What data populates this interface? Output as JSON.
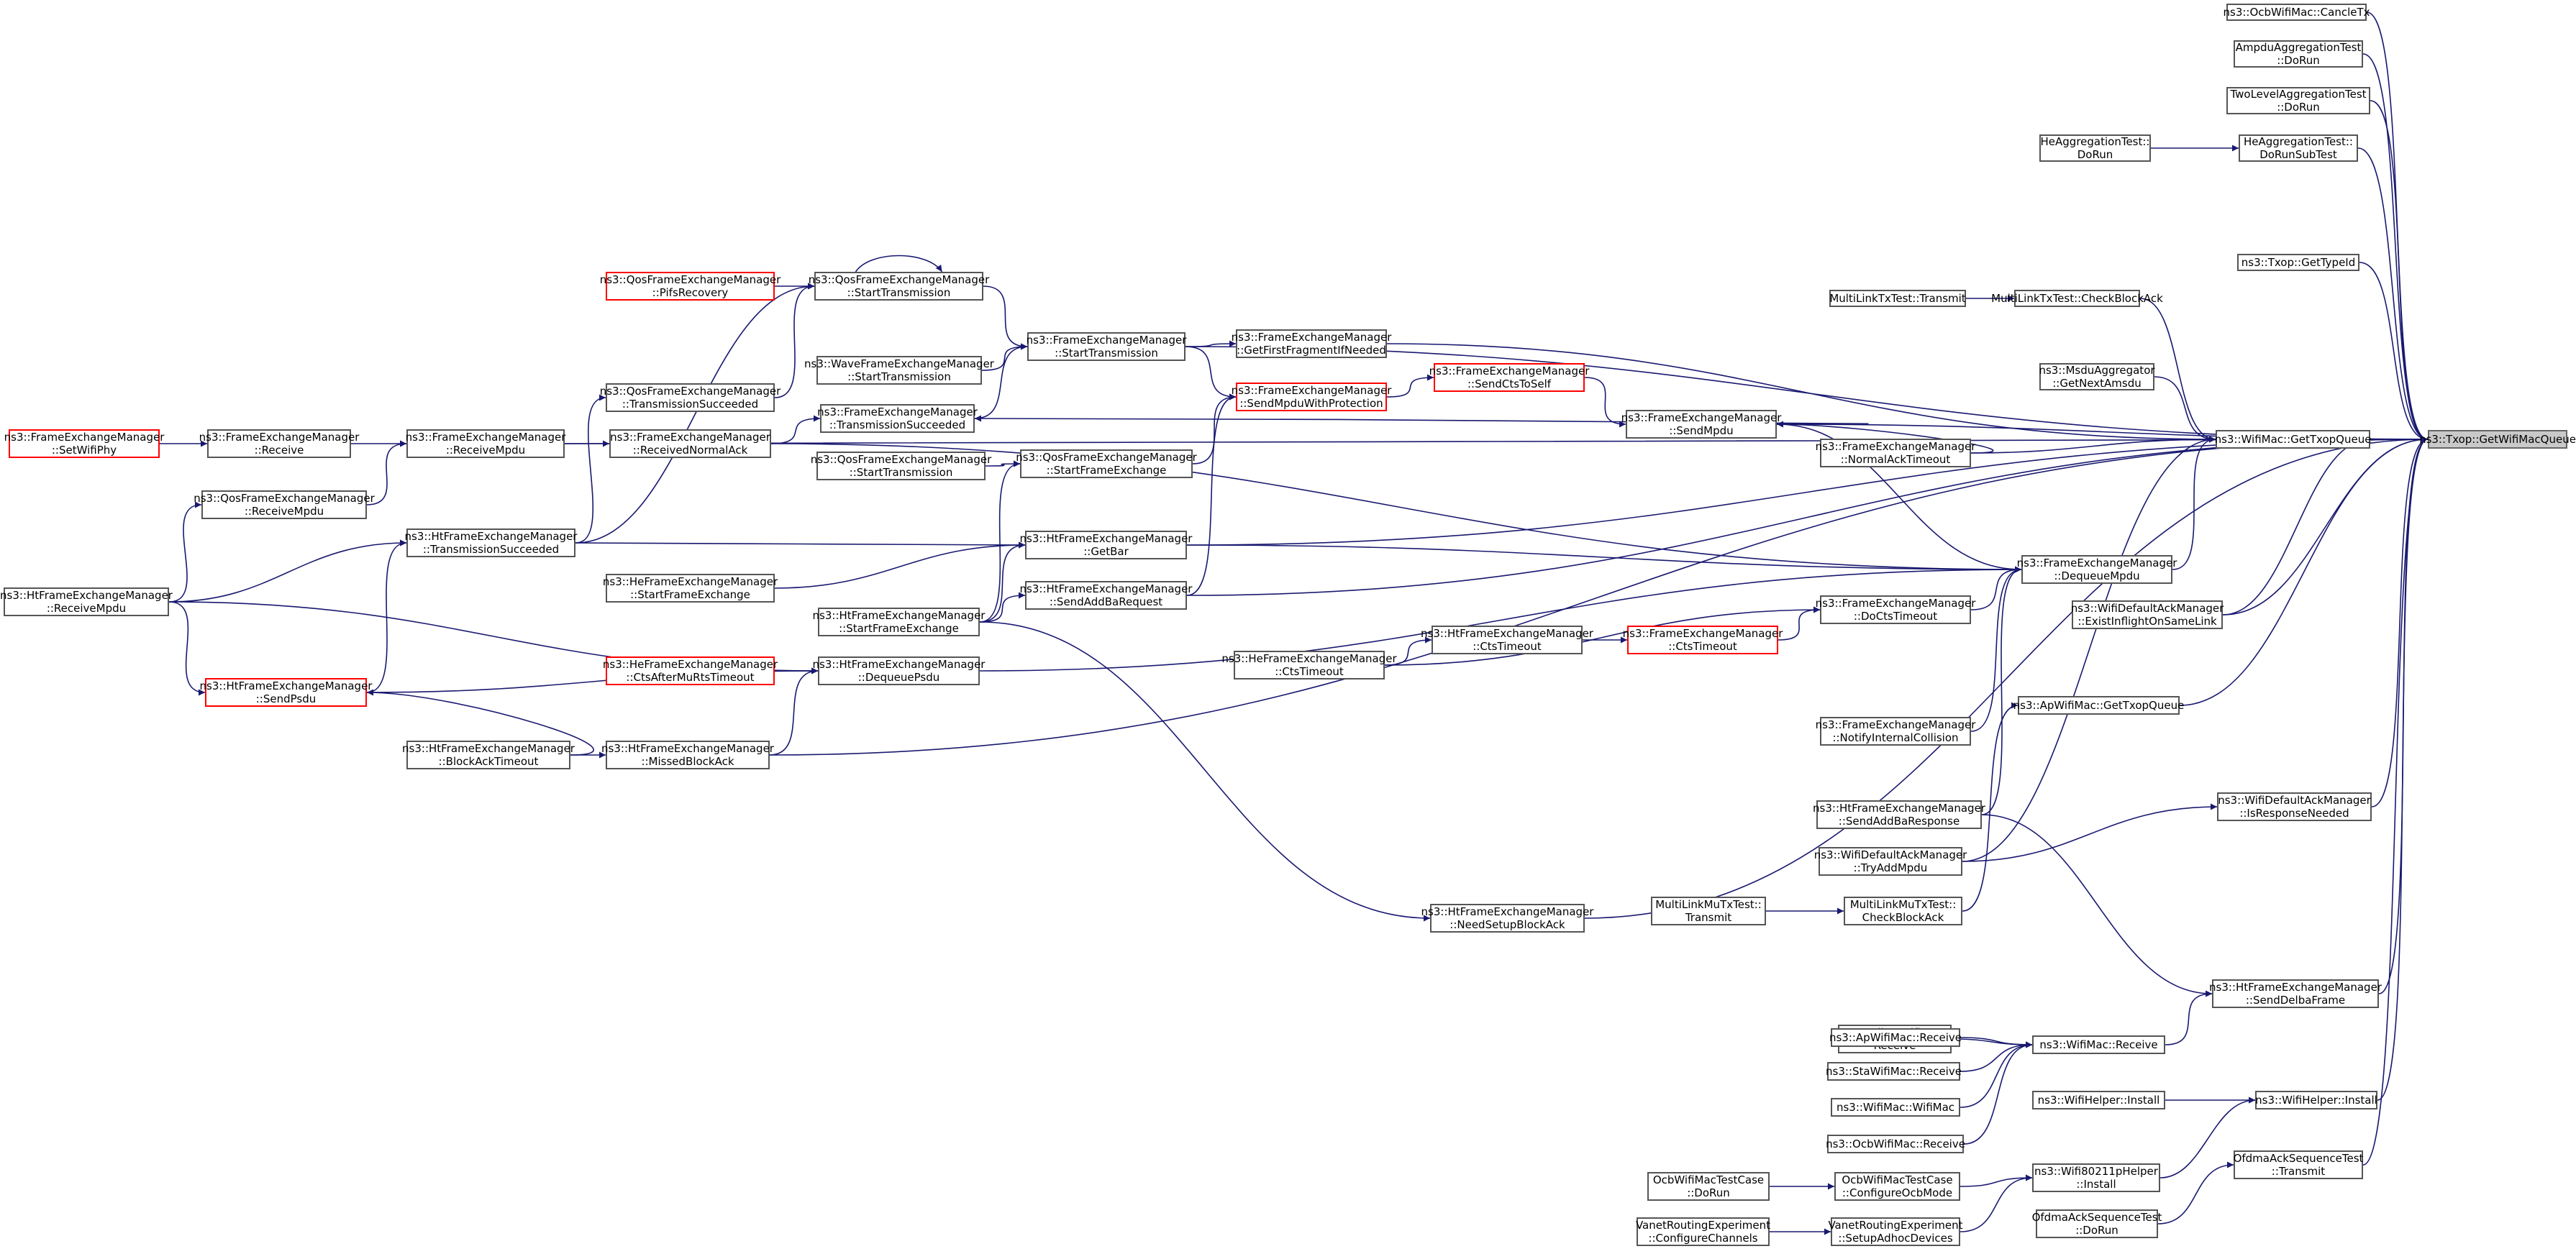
{
  "colors": {
    "edge": "#191970",
    "node_border": "#555555",
    "error_border": "#ff0000",
    "root_fill": "#c9c9c9"
  },
  "nodes": [
    {
      "id": "root",
      "lines": [
        "ns3::Txop::GetWifiMacQueue"
      ],
      "style": "root"
    },
    {
      "id": "cancletx",
      "lines": [
        "ns3::OcbWifiMac::CancleTx"
      ]
    },
    {
      "id": "ampdu",
      "lines": [
        "AmpduAggregationTest",
        "::DoRun"
      ]
    },
    {
      "id": "twolevel",
      "lines": [
        "TwoLevelAggregationTest",
        "::DoRun"
      ]
    },
    {
      "id": "heagg_sub",
      "lines": [
        "HeAggregationTest::",
        "DoRunSubTest"
      ]
    },
    {
      "id": "heagg_run",
      "lines": [
        "HeAggregationTest::",
        "DoRun"
      ]
    },
    {
      "id": "gettypeid",
      "lines": [
        "ns3::Txop::GetTypeId"
      ]
    },
    {
      "id": "mltx_cba",
      "lines": [
        "MultiLinkTxTest::CheckBlockAck"
      ]
    },
    {
      "id": "mltx_tr",
      "lines": [
        "MultiLinkTxTest::Transmit"
      ]
    },
    {
      "id": "msdu",
      "lines": [
        "ns3::MsduAggregator",
        "::GetNextAmsdu"
      ]
    },
    {
      "id": "gettxopqueue",
      "lines": [
        "ns3::WifiMac::GetTxopQueue"
      ]
    },
    {
      "id": "fem_nat",
      "lines": [
        "ns3::FrameExchangeManager",
        "::NormalAckTimeout"
      ]
    },
    {
      "id": "fem_dq",
      "lines": [
        "ns3::FrameExchangeManager",
        "::DequeueMpdu"
      ]
    },
    {
      "id": "wdam_eif",
      "lines": [
        "ns3::WifiDefaultAckManager",
        "::ExistInflightOnSameLink"
      ]
    },
    {
      "id": "fem_dct",
      "lines": [
        "ns3::FrameExchangeManager",
        "::DoCtsTimeout"
      ]
    },
    {
      "id": "fem_cts",
      "lines": [
        "ns3::FrameExchangeManager",
        "::CtsTimeout"
      ],
      "style": "red"
    },
    {
      "id": "htfem_cts",
      "lines": [
        "ns3::HtFrameExchangeManager",
        "::CtsTimeout"
      ]
    },
    {
      "id": "hefem_cts",
      "lines": [
        "ns3::HeFrameExchangeManager",
        "::CtsTimeout"
      ]
    },
    {
      "id": "apwm_gtq",
      "lines": [
        "ns3::ApWifiMac::GetTxopQueue"
      ]
    },
    {
      "id": "fem_nic",
      "lines": [
        "ns3::FrameExchangeManager",
        "::NotifyInternalCollision"
      ]
    },
    {
      "id": "htfem_saba",
      "lines": [
        "ns3::HtFrameExchangeManager",
        "::SendAddBaResponse"
      ]
    },
    {
      "id": "wdam_irn",
      "lines": [
        "ns3::WifiDefaultAckManager",
        "::IsResponseNeeded"
      ]
    },
    {
      "id": "wdam_tam",
      "lines": [
        "ns3::WifiDefaultAckManager",
        "::TryAddMpdu"
      ]
    },
    {
      "id": "mlmu_cba",
      "lines": [
        "MultiLinkMuTxTest::",
        "CheckBlockAck"
      ]
    },
    {
      "id": "mlmu_tr",
      "lines": [
        "MultiLinkMuTxTest::",
        "Transmit"
      ]
    },
    {
      "id": "htfem_nsba",
      "lines": [
        "ns3::HtFrameExchangeManager",
        "::NeedSetupBlockAck"
      ]
    },
    {
      "id": "htfem_sdf",
      "lines": [
        "ns3::HtFrameExchangeManager",
        "::SendDelbaFrame"
      ]
    },
    {
      "id": "adhoc_rx",
      "lines": [
        "ns3::AdhocWifiMac::",
        "Receive"
      ]
    },
    {
      "id": "ap_rx",
      "lines": [
        "ns3::ApWifiMac::Receive"
      ]
    },
    {
      "id": "sta_rx",
      "lines": [
        "ns3::StaWifiMac::Receive"
      ]
    },
    {
      "id": "wm_wm",
      "lines": [
        "ns3::WifiMac::WifiMac"
      ]
    },
    {
      "id": "ocb_rx",
      "lines": [
        "ns3::OcbWifiMac::Receive"
      ]
    },
    {
      "id": "wm_rx",
      "lines": [
        "ns3::WifiMac::Receive"
      ]
    },
    {
      "id": "wh_inst_l",
      "lines": [
        "ns3::WifiHelper::Install"
      ]
    },
    {
      "id": "wh_inst_r",
      "lines": [
        "ns3::WifiHelper::Install"
      ]
    },
    {
      "id": "w80211p",
      "lines": [
        "ns3::Wifi80211pHelper",
        "::Install"
      ]
    },
    {
      "id": "ofdma_tr",
      "lines": [
        "OfdmaAckSequenceTest",
        "::Transmit"
      ]
    },
    {
      "id": "ofdma_run",
      "lines": [
        "OfdmaAckSequenceTest",
        "::DoRun"
      ]
    },
    {
      "id": "ocbtc_run",
      "lines": [
        "OcbWifiMacTestCase",
        "::DoRun"
      ]
    },
    {
      "id": "ocbtc_cfg",
      "lines": [
        "OcbWifiMacTestCase",
        "::ConfigureOcbMode"
      ]
    },
    {
      "id": "vre_cc",
      "lines": [
        "VanetRoutingExperiment",
        "::ConfigureChannels"
      ]
    },
    {
      "id": "vre_sad",
      "lines": [
        "VanetRoutingExperiment",
        "::SetupAdhocDevices"
      ]
    },
    {
      "id": "fem_smpdu",
      "lines": [
        "ns3::FrameExchangeManager",
        "::SendMpdu"
      ]
    },
    {
      "id": "fem_scts",
      "lines": [
        "ns3::FrameExchangeManager",
        "::SendCtsToSelf"
      ],
      "style": "red"
    },
    {
      "id": "fem_gff",
      "lines": [
        "ns3::FrameExchangeManager",
        "::GetFirstFragmentIfNeeded"
      ]
    },
    {
      "id": "fem_smwp",
      "lines": [
        "ns3::FrameExchangeManager",
        "::SendMpduWithProtection"
      ],
      "style": "red"
    },
    {
      "id": "fem_st",
      "lines": [
        "ns3::FrameExchangeManager",
        "::StartTransmission"
      ]
    },
    {
      "id": "qfem_sfe",
      "lines": [
        "ns3::QosFrameExchangeManager",
        "::StartFrameExchange"
      ]
    },
    {
      "id": "htfem_gb",
      "lines": [
        "ns3::HtFrameExchangeManager",
        "::GetBar"
      ]
    },
    {
      "id": "htfem_saddba",
      "lines": [
        "ns3::HtFrameExchangeManager",
        "::SendAddBaRequest"
      ]
    },
    {
      "id": "qfem_st",
      "lines": [
        "ns3::QosFrameExchangeManager",
        "::StartTransmission"
      ]
    },
    {
      "id": "qfem_pifs",
      "lines": [
        "ns3::QosFrameExchangeManager",
        "::PifsRecovery"
      ],
      "style": "red"
    },
    {
      "id": "wave_st",
      "lines": [
        "ns3::WaveFrameExchangeManager",
        "::StartTransmission"
      ]
    },
    {
      "id": "fem_ts",
      "lines": [
        "ns3::FrameExchangeManager",
        "::TransmissionSucceeded"
      ]
    },
    {
      "id": "qos_st_only",
      "lines": [
        "ns3::QosFrameExchangeManager",
        "::StartTransmission"
      ]
    },
    {
      "id": "htfem_sfe",
      "lines": [
        "ns3::HtFrameExchangeManager",
        "::StartFrameExchange"
      ]
    },
    {
      "id": "htfem_dpsdu",
      "lines": [
        "ns3::HtFrameExchangeManager",
        "::DequeuePsdu"
      ]
    },
    {
      "id": "hefem_camr",
      "lines": [
        "ns3::HeFrameExchangeManager",
        "::CtsAfterMuRtsTimeout"
      ],
      "style": "red"
    },
    {
      "id": "hefem_sfe",
      "lines": [
        "ns3::HeFrameExchangeManager",
        "::StartFrameExchange"
      ]
    },
    {
      "id": "qfem_ts",
      "lines": [
        "ns3::QosFrameExchangeManager",
        "::TransmissionSucceeded"
      ]
    },
    {
      "id": "fem_rna",
      "lines": [
        "ns3::FrameExchangeManager",
        "::ReceivedNormalAck"
      ]
    },
    {
      "id": "htfem_mba",
      "lines": [
        "ns3::HtFrameExchangeManager",
        "::MissedBlockAck"
      ]
    },
    {
      "id": "htfem_ts",
      "lines": [
        "ns3::HtFrameExchangeManager",
        "::TransmissionSucceeded"
      ]
    },
    {
      "id": "fem_rmpdu",
      "lines": [
        "ns3::FrameExchangeManager",
        "::ReceiveMpdu"
      ]
    },
    {
      "id": "fem_rx",
      "lines": [
        "ns3::FrameExchangeManager",
        "::Receive"
      ]
    },
    {
      "id": "fem_swp",
      "lines": [
        "ns3::FrameExchangeManager",
        "::SetWifiPhy"
      ],
      "style": "red"
    },
    {
      "id": "qfem_rmpdu",
      "lines": [
        "ns3::QosFrameExchangeManager",
        "::ReceiveMpdu"
      ]
    },
    {
      "id": "htfem_rmpdu",
      "lines": [
        "ns3::HtFrameExchangeManager",
        "::ReceiveMpdu"
      ]
    },
    {
      "id": "htfem_spsdu",
      "lines": [
        "ns3::HtFrameExchangeManager",
        "::SendPsdu"
      ],
      "style": "red"
    },
    {
      "id": "htfem_bat",
      "lines": [
        "ns3::HtFrameExchangeManager",
        "::BlockAckTimeout"
      ]
    }
  ]
}
